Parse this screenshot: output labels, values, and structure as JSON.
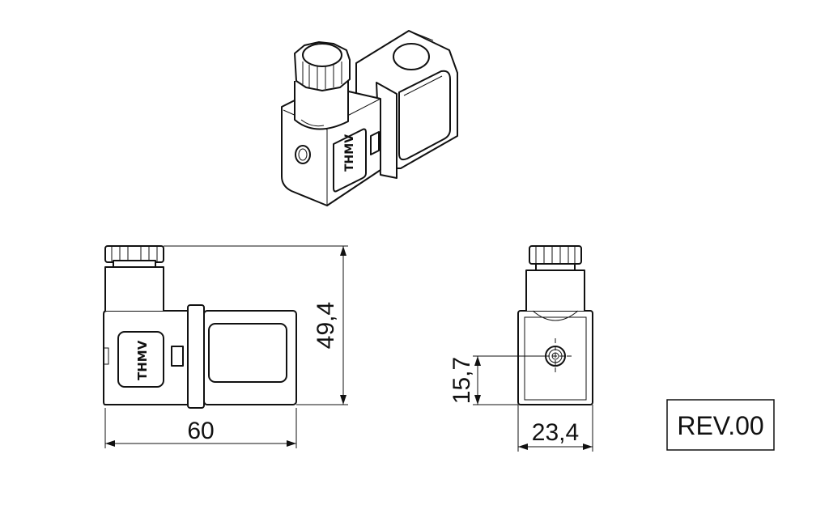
{
  "logo_text": "THMV",
  "dimensions": {
    "length": "60",
    "height": "49,4",
    "width": "23,4",
    "hole_height": "15,7"
  },
  "revision": "REV.00"
}
